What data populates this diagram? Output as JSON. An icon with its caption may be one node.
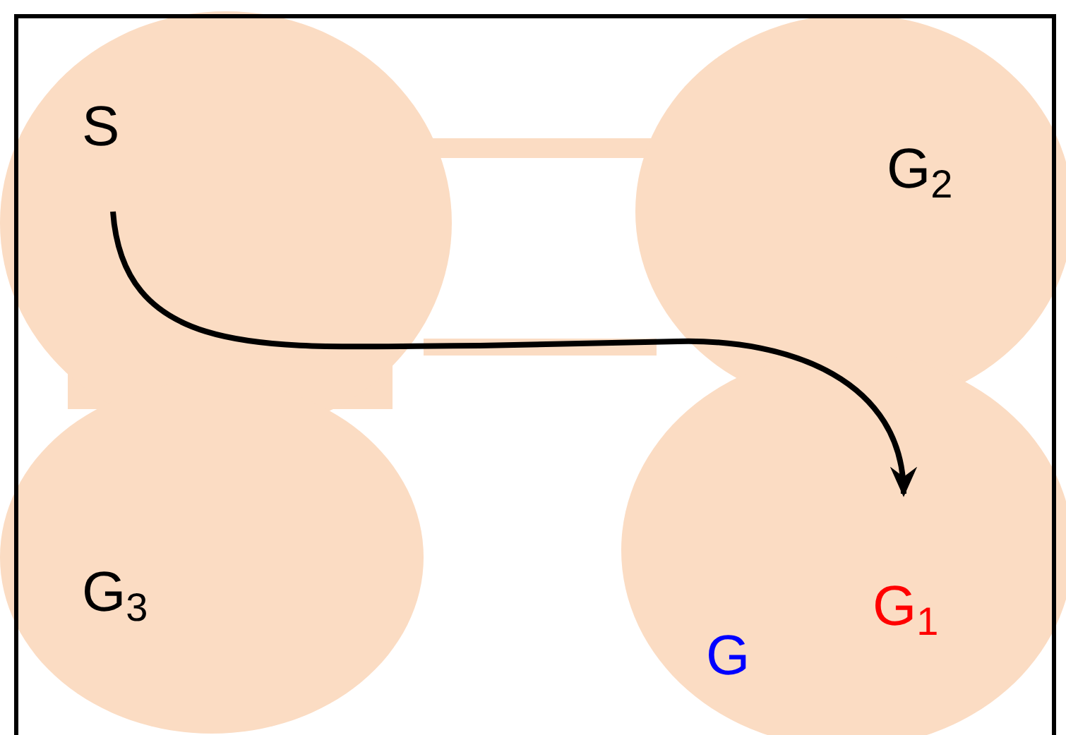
{
  "diagram": {
    "nodes": [
      {
        "text": [
          "S"
        ]
      },
      {
        "text": [
          "G$_{2}$"
        ]
      },
      {
        "text": [
          "G$_{3}$"
        ]
      },
      {
        "text": [
          "G$_{1}$"
        ]
      },
      {
        "text": [
          "G"
        ]
      }
    ],
    "edges": [
      {
        "from": 0,
        "to": 3,
        "arrow": "to"
      }
    ]
  }
}
